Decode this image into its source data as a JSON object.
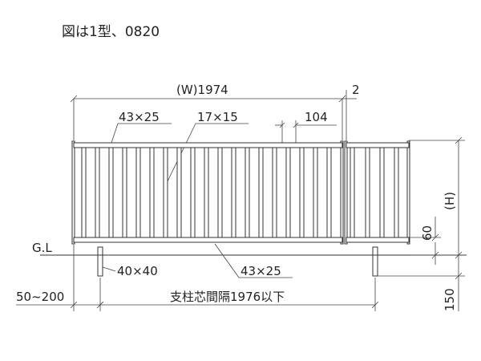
{
  "figure": {
    "caption": "図は1型、0820",
    "width_label": "(W)1974",
    "gap_label": "2",
    "top_rail_label": "43×25",
    "baluster_label": "17×15",
    "baluster_pitch_label": "104",
    "height_label": "(H)",
    "ground_label": "G.L",
    "clearance_label": "60",
    "post_label": "40×40",
    "bottom_rail_label": "43×25",
    "post_offset_label": "50~200",
    "post_spacing_label": "支柱芯間隔1976以下",
    "embed_depth_label": "150"
  }
}
